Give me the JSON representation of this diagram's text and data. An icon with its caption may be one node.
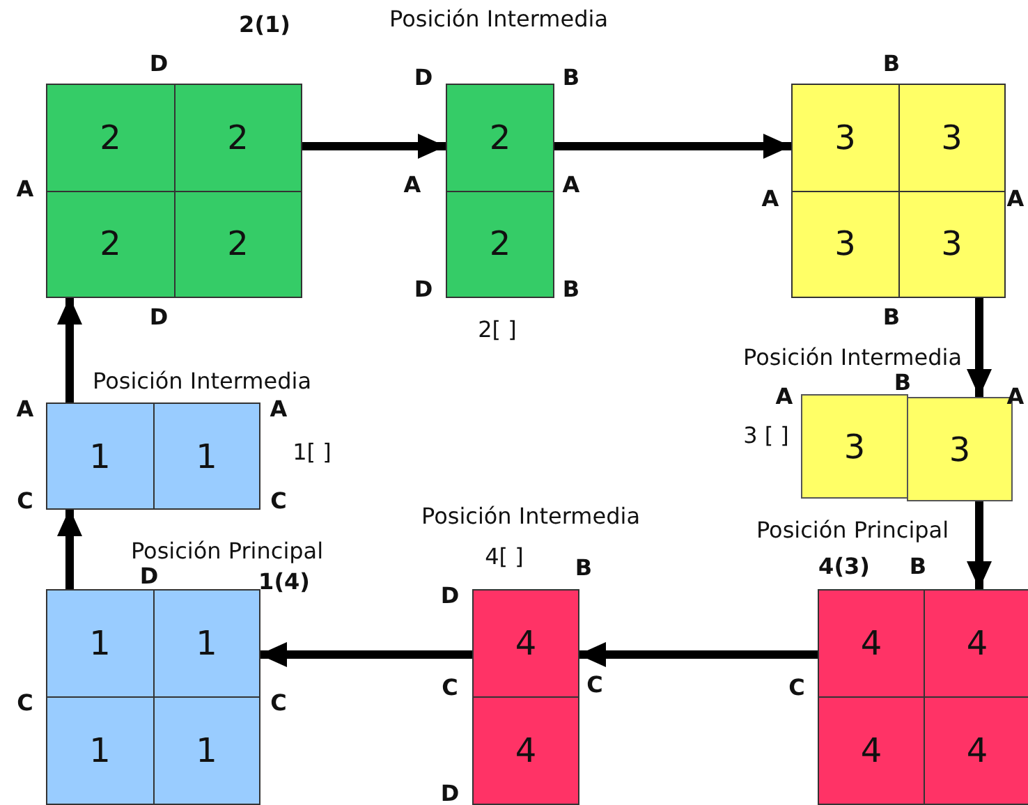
{
  "diagram": {
    "nodes": [
      {
        "text": [],
        "shape": "box"
      },
      {
        "text": [
          "2"
        ],
        "in": 0
      },
      {
        "text": [
          "2"
        ],
        "in": 0
      },
      {
        "text": [
          "2"
        ],
        "in": 0
      },
      {
        "text": [
          "2"
        ],
        "in": 0
      },
      {
        "text": [],
        "shape": "box"
      },
      {
        "text": [
          "2"
        ],
        "in": 5
      },
      {
        "text": [
          "2"
        ],
        "in": 5
      },
      {
        "text": [],
        "shape": "box"
      },
      {
        "text": [
          "3"
        ],
        "in": 8
      },
      {
        "text": [
          "3"
        ],
        "in": 8
      },
      {
        "text": [
          "3"
        ],
        "in": 8
      },
      {
        "text": [
          "3"
        ],
        "in": 8
      },
      {
        "text": [
          "3"
        ]
      },
      {
        "text": [
          "3"
        ]
      },
      {
        "text": [],
        "shape": "box"
      },
      {
        "text": [
          "4"
        ],
        "in": 15
      },
      {
        "text": [
          "4"
        ],
        "in": 15
      },
      {
        "text": [
          "4"
        ],
        "in": 15
      },
      {
        "text": [
          "4"
        ],
        "in": 15
      },
      {
        "text": [],
        "shape": "box"
      },
      {
        "text": [
          "4"
        ],
        "in": 20
      },
      {
        "text": [
          "4"
        ],
        "in": 20
      },
      {
        "text": [],
        "shape": "box"
      },
      {
        "text": [
          "1"
        ],
        "in": 23
      },
      {
        "text": [
          "1"
        ],
        "in": 23
      },
      {
        "text": [
          "1"
        ],
        "in": 23
      },
      {
        "text": [
          "1"
        ],
        "in": 23
      },
      {
        "text": [],
        "shape": "box"
      },
      {
        "text": [
          "1"
        ],
        "in": 28
      },
      {
        "text": [
          "1"
        ],
        "in": 28
      }
    ],
    "edges": [
      {
        "from": 0,
        "to": 5,
        "arrow": "to"
      },
      {
        "from": 5,
        "to": 8,
        "arrow": "to"
      },
      {
        "from": 8,
        "to": 14,
        "arrow": "to"
      },
      {
        "from": 14,
        "to": 15,
        "arrow": "to"
      },
      {
        "from": 15,
        "to": 20,
        "arrow": "to"
      },
      {
        "from": 20,
        "to": 23,
        "arrow": "to"
      },
      {
        "from": 23,
        "to": 28,
        "arrow": "to"
      },
      {
        "from": 28,
        "to": 0,
        "arrow": "to"
      }
    ],
    "labels": [
      "2(1)",
      "Posición Intermedia",
      "D",
      "D",
      "B",
      "B",
      "A",
      "A",
      "A",
      "A",
      "A",
      "D",
      "B",
      "D",
      "B",
      "2[ ]",
      "Posición Intermedia",
      "Posición Intermedia",
      "B",
      "A",
      "A",
      "A",
      "A",
      "3 [ ]",
      "1[ ]",
      "C",
      "C",
      "Posición Intermedia",
      "Posición Principal",
      "Posición Principal",
      "4[ ]",
      "B",
      "4(3)",
      "B",
      "D",
      "1(4)",
      "D",
      "C",
      "C",
      "C",
      "C",
      "C",
      "D"
    ]
  }
}
